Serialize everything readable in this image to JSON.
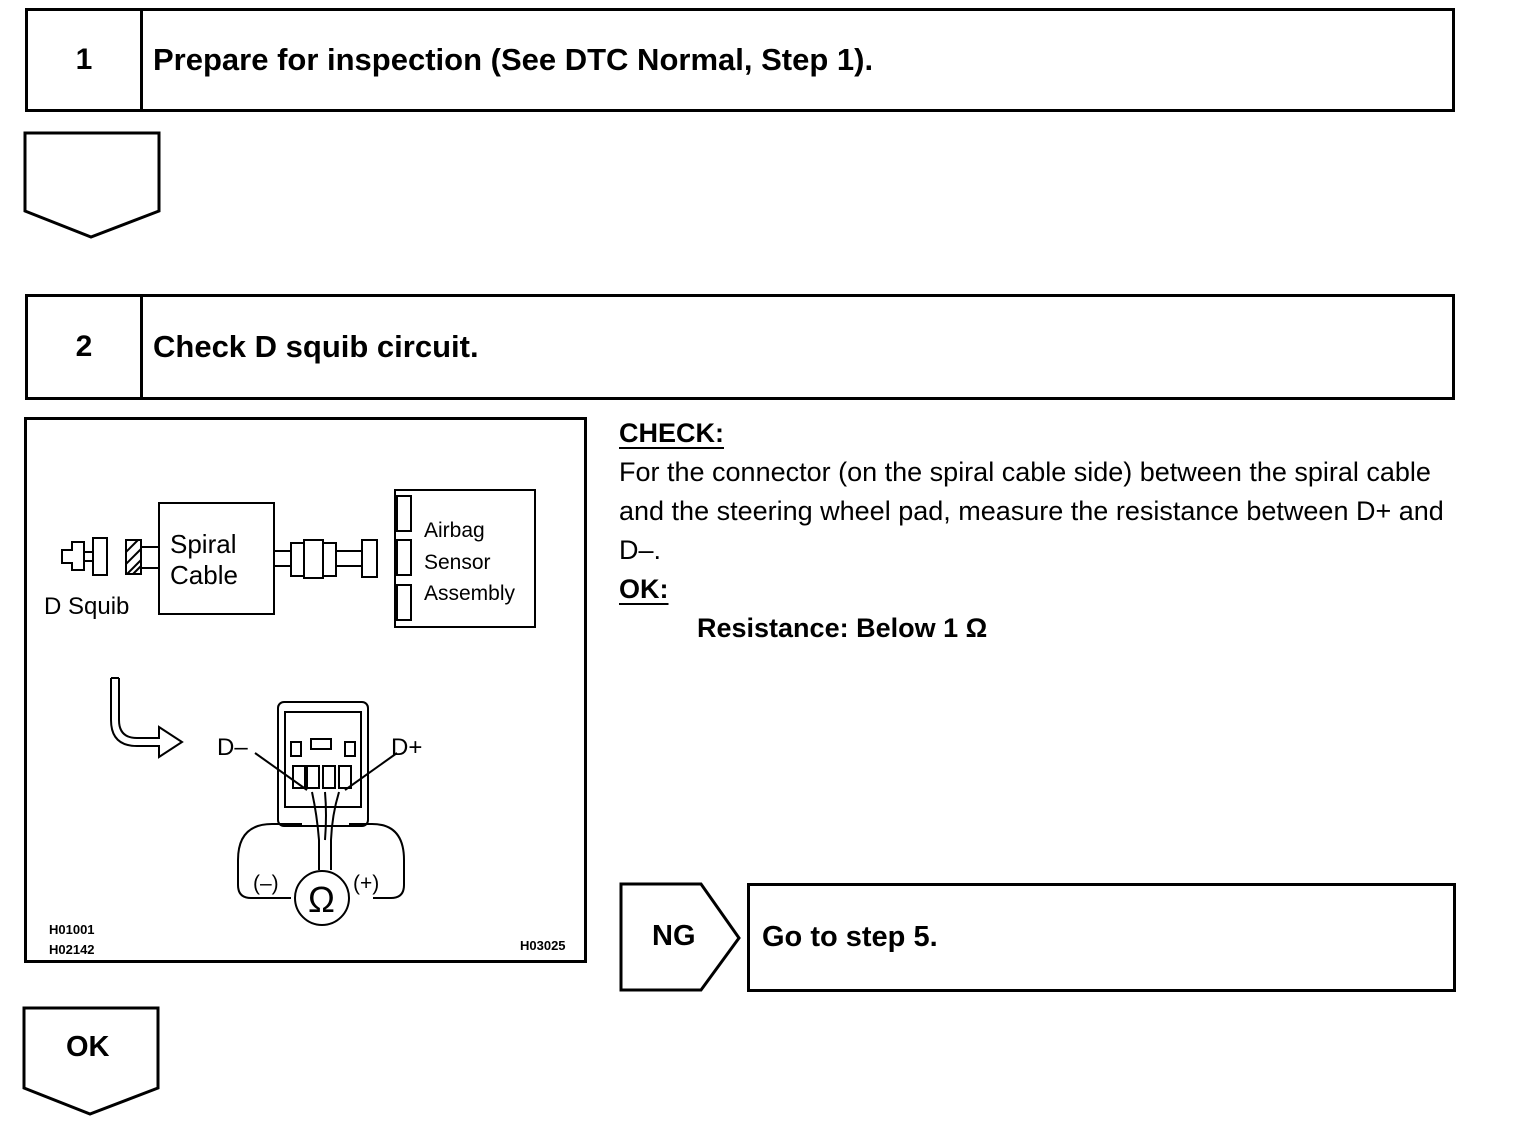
{
  "step1": {
    "number": "1",
    "title": "Prepare for inspection (See DTC Normal, Step 1)."
  },
  "step2": {
    "number": "2",
    "title": "Check D squib circuit."
  },
  "figure": {
    "labels": {
      "d_squib": "D Squib",
      "spiral_cable": [
        "Spiral",
        "Cable"
      ],
      "airbag_sensor": [
        "Airbag",
        "Sensor",
        "Assembly"
      ],
      "d_minus": "D–",
      "d_plus": "D+",
      "neg": "(–)",
      "pos": "(+)",
      "ohm": "Ω"
    },
    "codes": {
      "left_top": "H01001",
      "left_bottom": "H02142",
      "right": "H03025"
    }
  },
  "check": {
    "heading": "CHECK:",
    "body": "For the connector (on the spiral cable side) between the spiral cable and the steering wheel pad, measure the resistance between D+ and D–.",
    "ok_heading": "OK:",
    "spec": "Resistance: Below 1 Ω"
  },
  "results": {
    "ng_label": "NG",
    "ng_action": "Go to step 5.",
    "ok_label": "OK"
  }
}
